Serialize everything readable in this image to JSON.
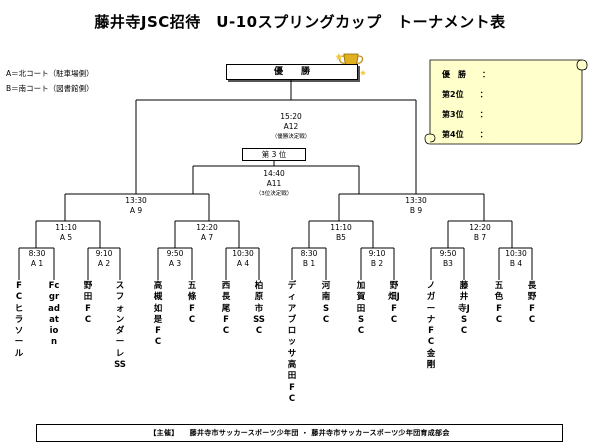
{
  "title": "藤井寺JSC招待　U-10スプリングカップ　トーナメント表",
  "courts": [
    "A＝北コート（駐車場側）",
    "B＝南コート（図書館側）"
  ],
  "champion_label": "優　　勝",
  "third_place_label": "第 3 位",
  "final": {
    "time": "15:20",
    "code": "A12",
    "note": "（優勝決定戦）"
  },
  "third_match": {
    "time": "14:40",
    "code": "A11",
    "note": "（3位決定戦）"
  },
  "semis": [
    {
      "time": "13:30",
      "code": "A 9"
    },
    {
      "time": "13:30",
      "code": "B 9"
    }
  ],
  "quarters": [
    {
      "time": "11:10",
      "code": "A 5"
    },
    {
      "time": "12:20",
      "code": "A 7"
    },
    {
      "time": "11:10",
      "code": "B5"
    },
    {
      "time": "12:20",
      "code": "B 7"
    }
  ],
  "round1": [
    {
      "time": "8:30",
      "code": "A 1"
    },
    {
      "time": "9:10",
      "code": "A 2"
    },
    {
      "time": "9:50",
      "code": "A 3"
    },
    {
      "time": "10:30",
      "code": "A 4"
    },
    {
      "time": "8:30",
      "code": "B 1"
    },
    {
      "time": "9:10",
      "code": "B 2"
    },
    {
      "time": "9:50",
      "code": "B3"
    },
    {
      "time": "10:30",
      "code": "B 4"
    }
  ],
  "teams": [
    "FCヒラソール",
    "Fcgradation",
    "野田FC",
    "スフォンダーレSS",
    "高槻如是FC",
    "五條FC",
    "西長尾FC",
    "柏原市SSC",
    "ディアブロッサ高田FC",
    "河南SC",
    "加賀田SC",
    "野畑JFC",
    "ノガーナFC金剛",
    "藤井寺JSC",
    "五色FC",
    "長野FC"
  ],
  "rankings": [
    {
      "label": "優　勝",
      "value": "："
    },
    {
      "label": "第2位",
      "value": "："
    },
    {
      "label": "第3位",
      "value": "："
    },
    {
      "label": "第4位",
      "value": "："
    }
  ],
  "footer": "【主催】　　藤井寺市サッカースポーツ少年団 ・ 藤井寺市サッカースポーツ少年団育成部会",
  "colors": {
    "scroll": "#ffffcc",
    "trophy": "#e0b020",
    "line": "#000000"
  },
  "icons": {
    "trophy": "trophy-icon"
  }
}
